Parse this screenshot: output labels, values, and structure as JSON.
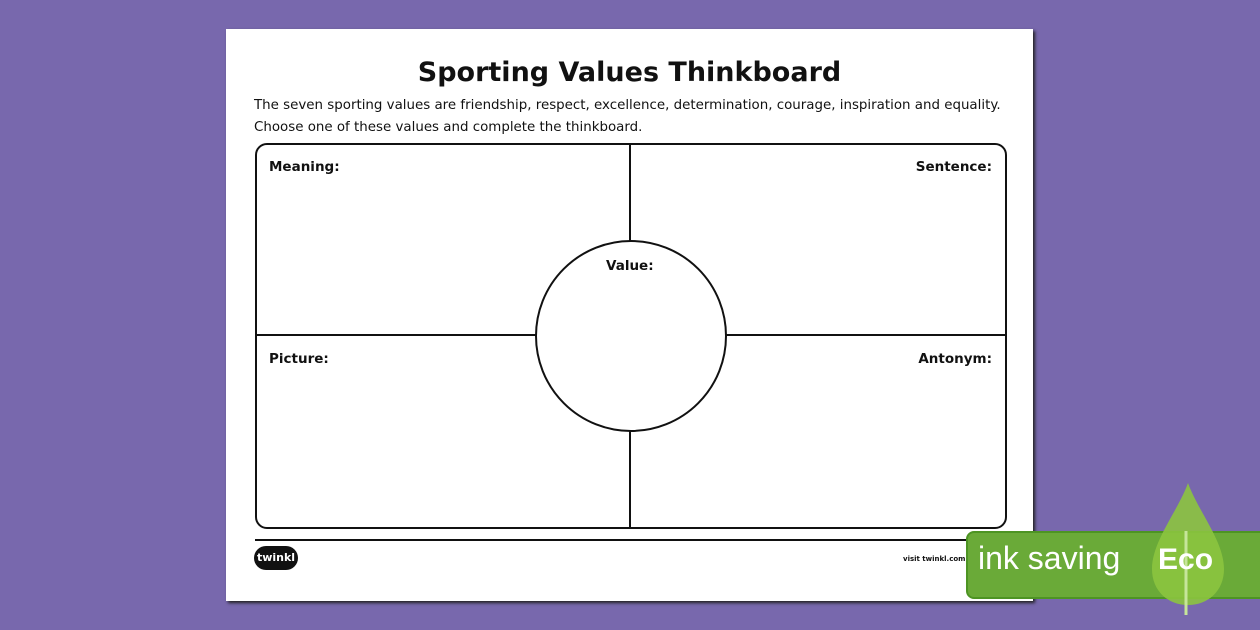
{
  "title": "Sporting Values Thinkboard",
  "intro": [
    "The seven sporting values are friendship, respect, excellence, determination, courage, inspiration and equality.",
    "Choose one of these values and complete the thinkboard."
  ],
  "labels": {
    "meaning": "Meaning:",
    "sentence": "Sentence:",
    "value": "Value:",
    "picture": "Picture:",
    "antonym": "Antonym:"
  },
  "footer": {
    "logo": "twinkl",
    "visit": "visit twinkl.com.au"
  },
  "badge": {
    "text": "ink saving",
    "eco": "Eco",
    "color": "#6aaa38"
  }
}
